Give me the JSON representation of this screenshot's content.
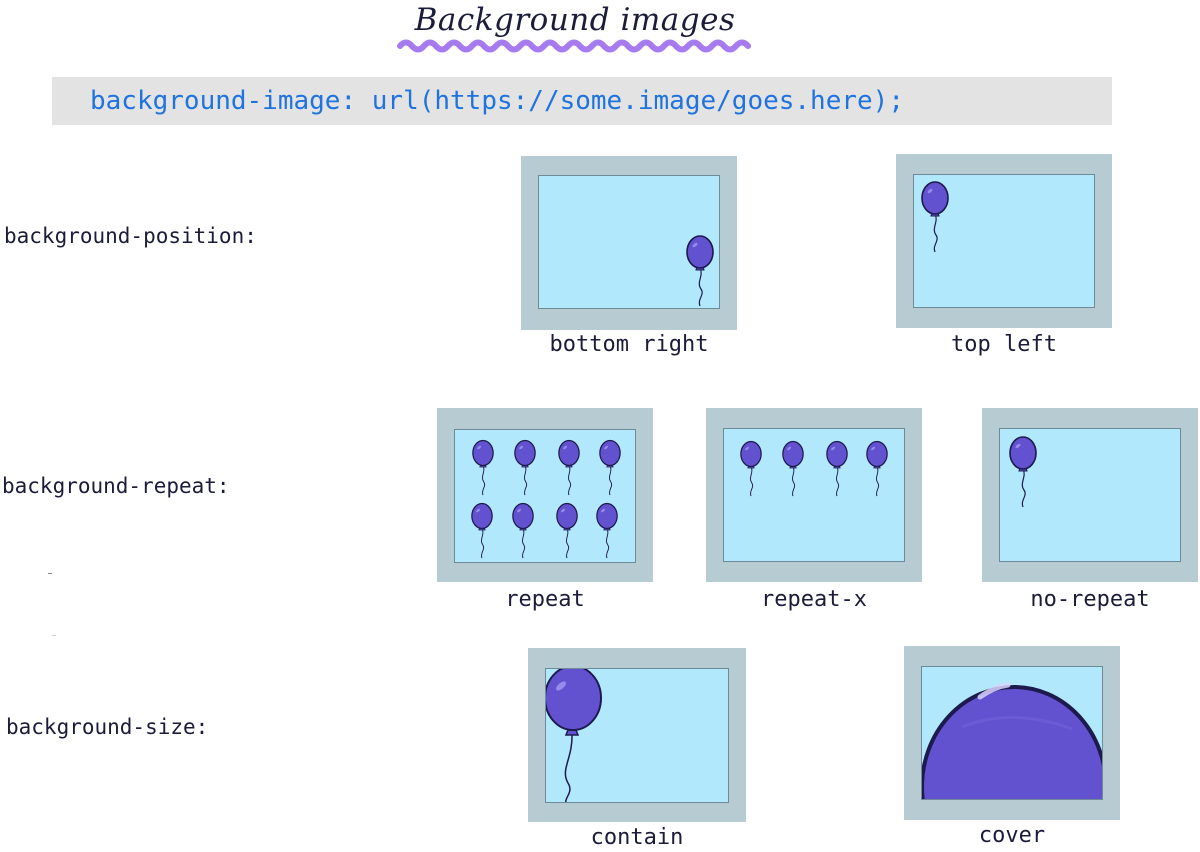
{
  "title": "Background images",
  "code_line": "background-image: url(https://some.image/goes.here);",
  "colors": {
    "balloon": "#6252cf",
    "balloon_outline": "#1d1a4d",
    "sky": "#b2e8fb",
    "frame": "#b7cbd3",
    "code_text": "#1e73e0",
    "code_bg": "#e3e3e3",
    "squiggle": "#a77bf0"
  },
  "rows": {
    "position": {
      "label": "background-position:",
      "examples": [
        {
          "caption": "bottom right",
          "balloons": 1
        },
        {
          "caption": "top left",
          "balloons": 1
        }
      ]
    },
    "repeat": {
      "label": "background-repeat:",
      "examples": [
        {
          "caption": "repeat",
          "balloons": 8
        },
        {
          "caption": "repeat-x",
          "balloons": 4
        },
        {
          "caption": "no-repeat",
          "balloons": 1
        }
      ]
    },
    "size": {
      "label": "background-size:",
      "examples": [
        {
          "caption": "contain",
          "balloons": 1
        },
        {
          "caption": "cover",
          "balloons": 1
        }
      ]
    }
  },
  "icons": [
    "balloon-icon"
  ]
}
